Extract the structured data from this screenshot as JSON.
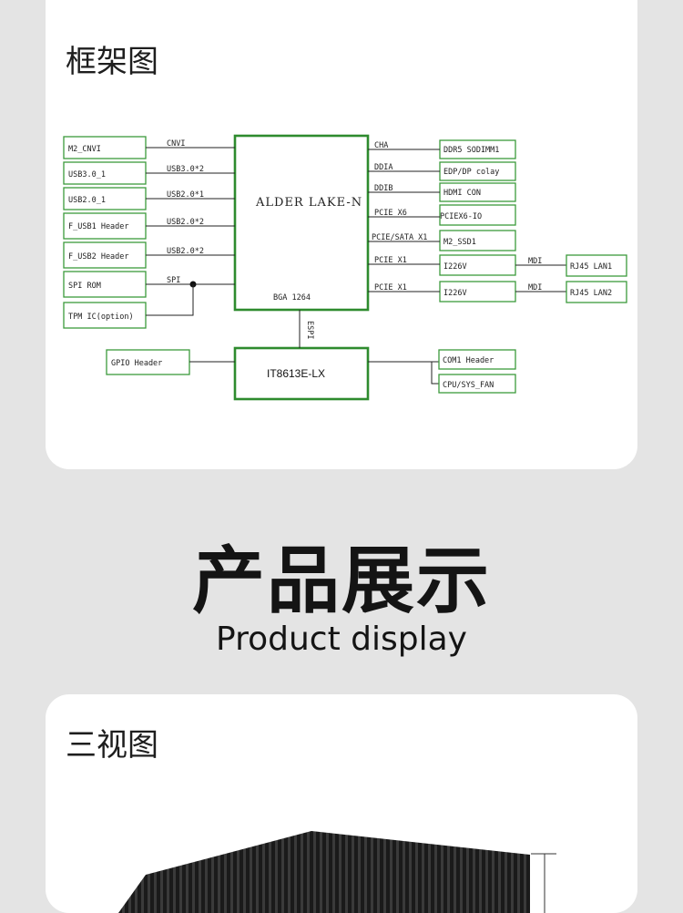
{
  "card1": {
    "title": "框架图"
  },
  "diagram": {
    "cpu": {
      "name": "ALDER LAKE-N",
      "package": "BGA 1264"
    },
    "ec": {
      "name": "IT8613E-LX",
      "bus": "ESPI"
    },
    "left_boxes": [
      "M2_CNVI",
      "USB3.0_1",
      "USB2.0_1",
      "F_USB1 Header",
      "F_USB2 Header",
      "SPI ROM",
      "TPM IC(option)"
    ],
    "left_buses": [
      "CNVI",
      "USB3.0*2",
      "USB2.0*1",
      "USB2.0*2",
      "USB2.0*2",
      "SPI"
    ],
    "right_buses": [
      "CHA",
      "DDIA",
      "DDIB",
      "PCIE X6",
      "PCIE/SATA X1",
      "PCIE X1",
      "PCIE X1"
    ],
    "right_boxes": [
      "DDR5 SODIMM1",
      "EDP/DP colay",
      "HDMI CON",
      "PCIEX6-IO",
      "M2_SSD1",
      "I226V",
      "I226V"
    ],
    "far_buses": [
      "MDI",
      "MDI"
    ],
    "far_boxes": [
      "RJ45 LAN1",
      "RJ45 LAN2"
    ],
    "gpio_box": "GPIO Header",
    "ec_right_boxes": [
      "COM1 Header",
      "CPU/SYS_FAN"
    ]
  },
  "section": {
    "title_cn": "产品展示",
    "title_en": "Product display"
  },
  "card2": {
    "title": "三视图"
  }
}
